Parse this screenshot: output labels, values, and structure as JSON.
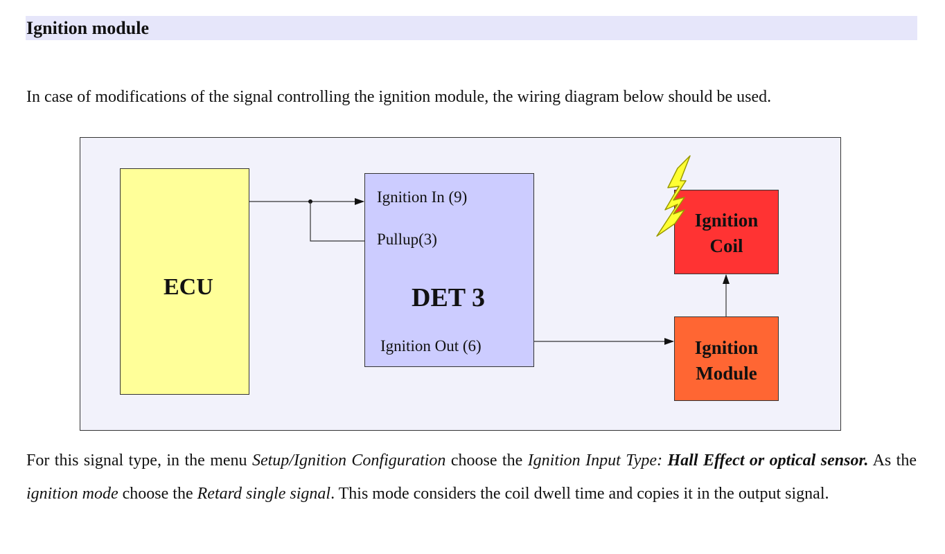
{
  "heading": "Ignition module",
  "intro": "In case of modifications of the signal controlling the ignition module, the wiring diagram below should be used.",
  "diagram": {
    "ecu": "ECU",
    "det": "DET 3",
    "ignition_in": "Ignition In (9)",
    "pullup": "Pullup(3)",
    "ignition_out": "Ignition Out (6)",
    "coil_line1": "Ignition",
    "coil_line2": "Coil",
    "module_line1": "Ignition",
    "module_line2": "Module",
    "colors": {
      "ecu": "#ffff99",
      "det": "#ccccff",
      "coil": "#ff3333",
      "module": "#ff6633",
      "spark": "#ffff33"
    }
  },
  "paragraph": {
    "t1": "For this signal type, in the menu ",
    "t2": "Setup/Ignition Configuration",
    "t3": " choose the  ",
    "t4": "Ignition Input Type:",
    "t5": " ",
    "t6": "Hall Effect or optical sensor.",
    "t7": " As the ",
    "t8": "ignition mode",
    "t9": "  choose the ",
    "t10": "Retard single signal",
    "t11": ". This mode considers the coil dwell time and copies it in the output signal."
  }
}
